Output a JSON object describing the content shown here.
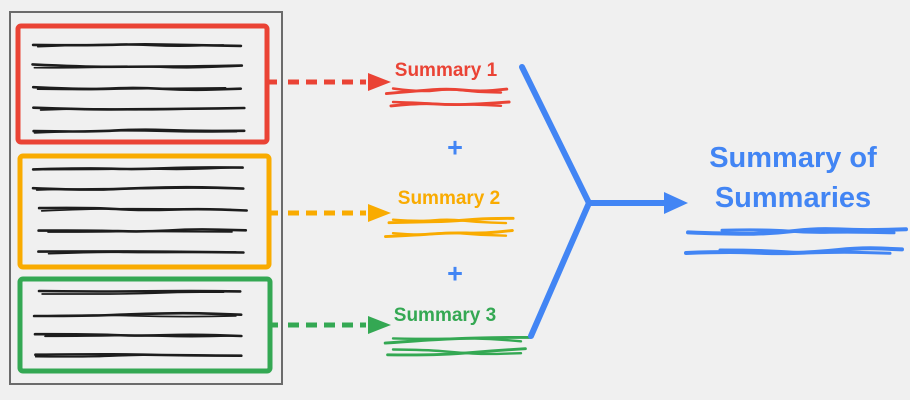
{
  "colors": {
    "red": "#EA4335",
    "orange": "#F9AB00",
    "green": "#34A853",
    "blue": "#4285F4",
    "ink": "#1D1D1D",
    "frame": "#6B6B6B",
    "bg": "#F0F0F0"
  },
  "document": {
    "chunks": [
      {
        "color": "red",
        "text_lines": 5
      },
      {
        "color": "orange",
        "text_lines": 5
      },
      {
        "color": "green",
        "text_lines": 4
      }
    ]
  },
  "summaries": [
    {
      "label": "Summary 1",
      "color": "red"
    },
    {
      "label": "Summary 2",
      "color": "orange"
    },
    {
      "label": "Summary 3",
      "color": "green"
    }
  ],
  "operators": {
    "plus": "+"
  },
  "result": {
    "label": "Summary of Summaries",
    "color": "blue"
  }
}
